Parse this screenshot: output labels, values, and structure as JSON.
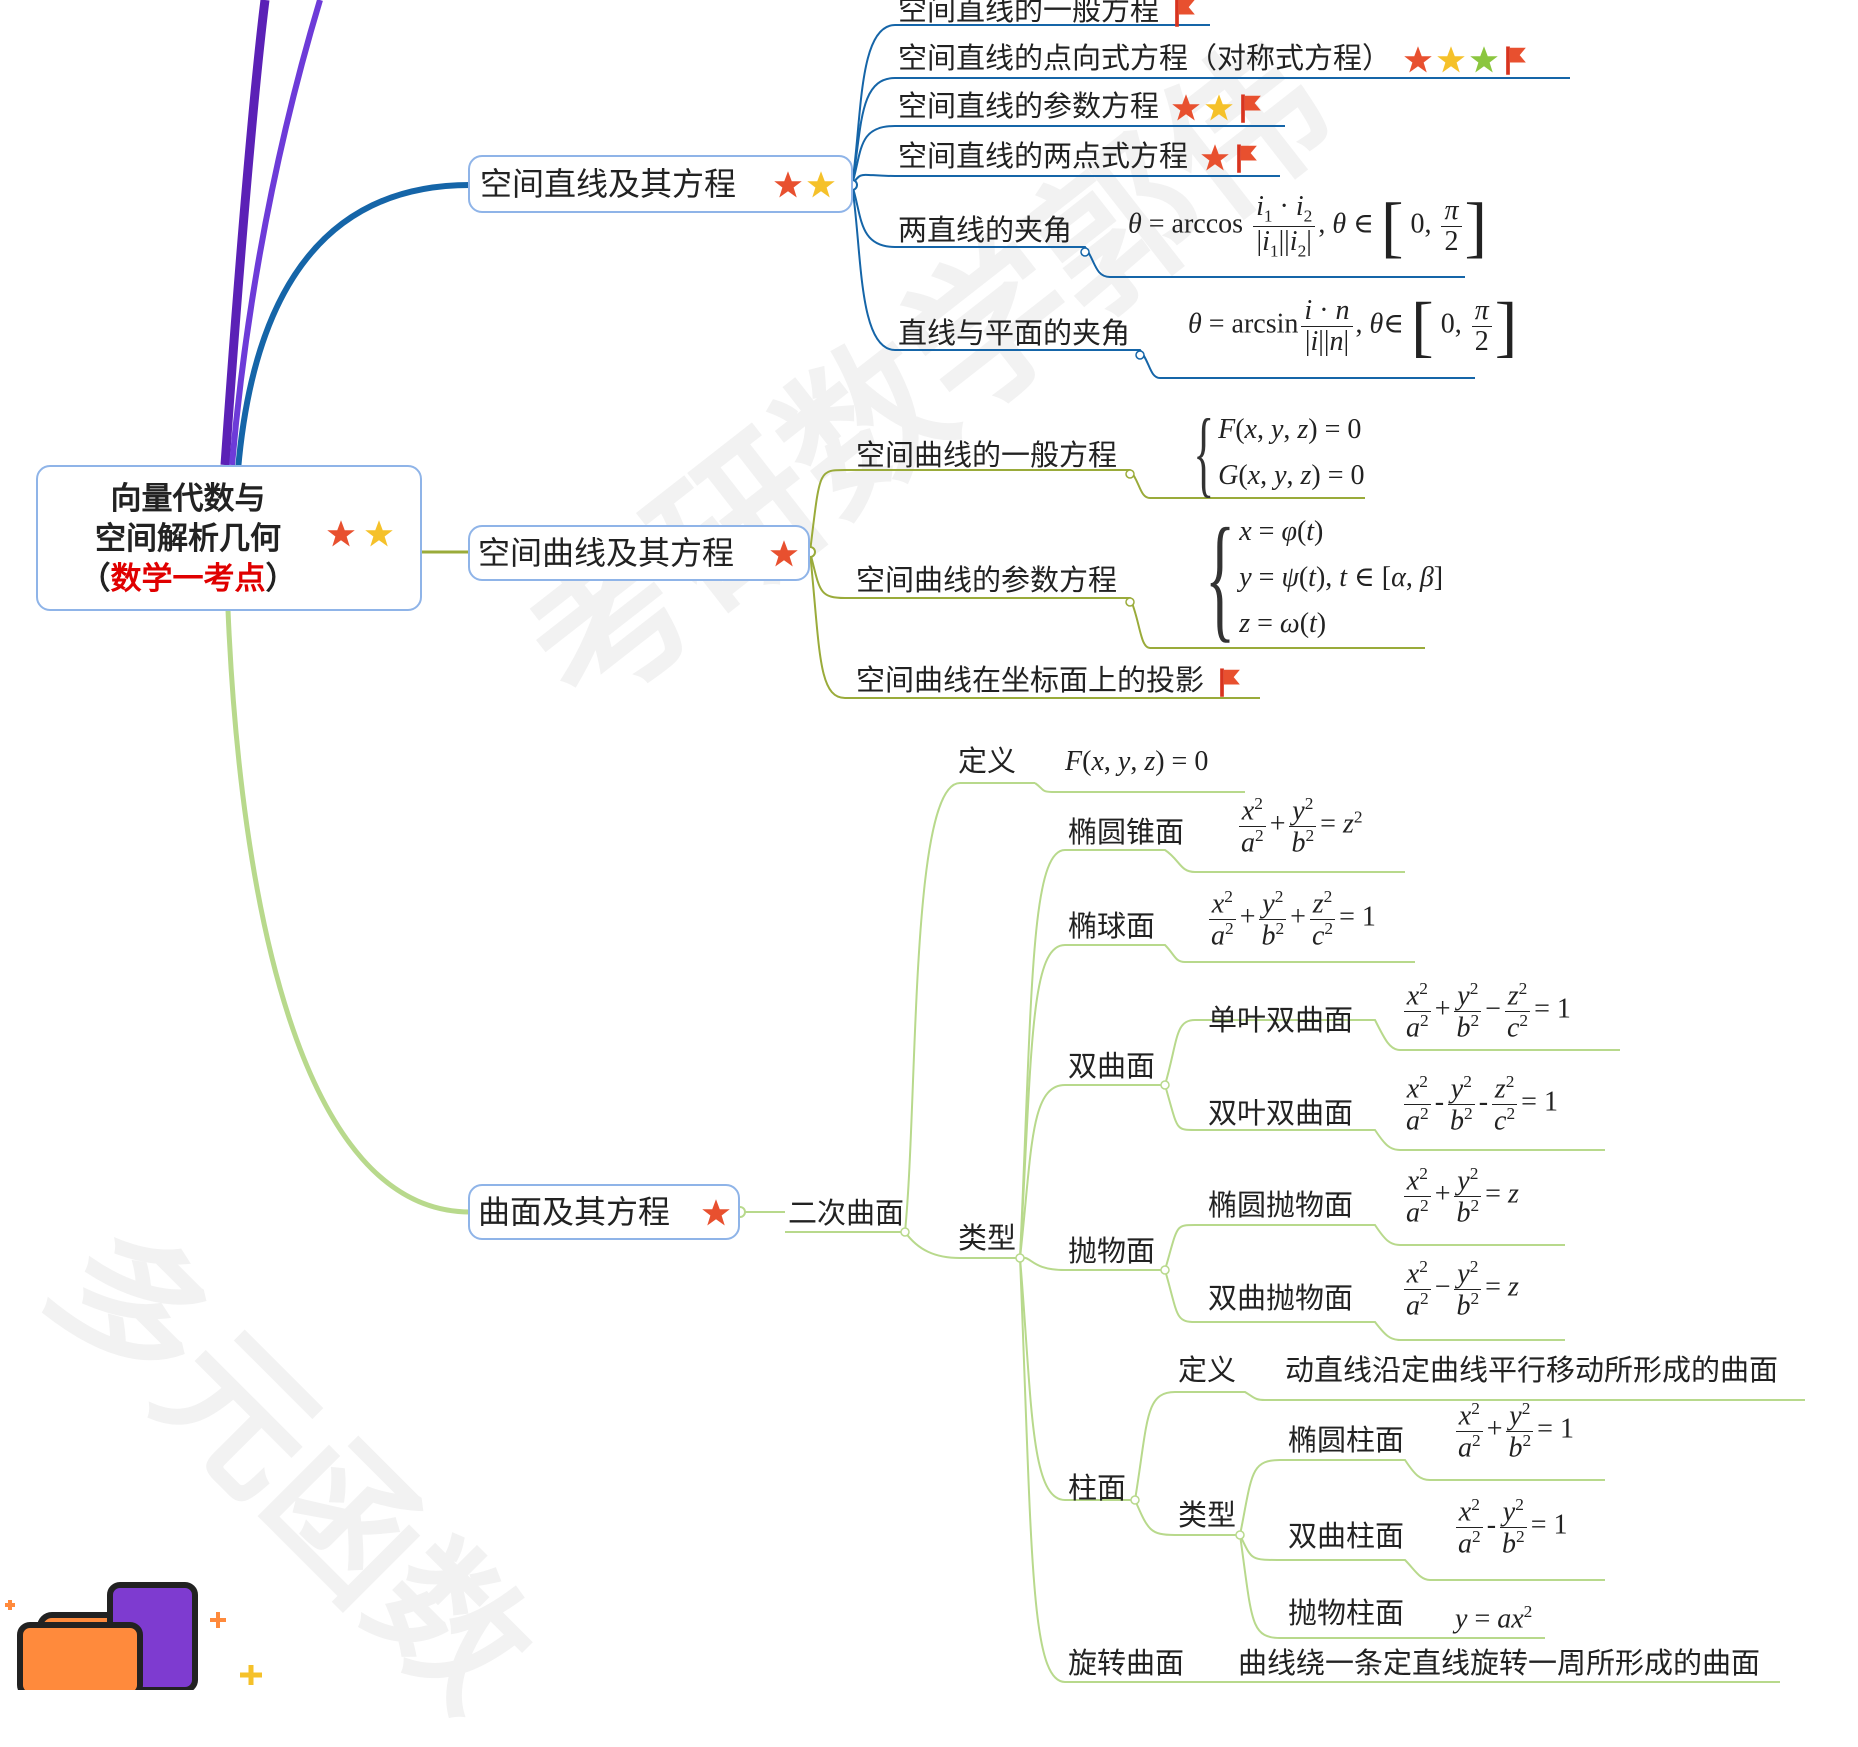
{
  "root": {
    "line1": "向量代数与",
    "line2": "空间解析几何",
    "line3_open": "（",
    "line3_red": "数学一考点",
    "line3_close": "）"
  },
  "branch_lines": {
    "title": "空间直线及其方程",
    "items": {
      "general": "空间直线的一般方程",
      "symmetric": "空间直线的点向式方程（对称式方程）",
      "param": "空间直线的参数方程",
      "twopoint": "空间直线的两点式方程",
      "angle_lines": "两直线的夹角",
      "angle_plane": "直线与平面的夹角"
    }
  },
  "branch_curves": {
    "title": "空间曲线及其方程",
    "items": {
      "general": "空间曲线的一般方程",
      "param": "空间曲线的参数方程",
      "projection": "空间曲线在坐标面上的投影"
    }
  },
  "branch_surfaces": {
    "title": "曲面及其方程",
    "quadric": "二次曲面",
    "definition": "定义",
    "types": "类型",
    "ellip_cone": "椭圆锥面",
    "ellipsoid": "椭球面",
    "hyperboloid": "双曲面",
    "one_sheet": "单叶双曲面",
    "two_sheet": "双叶双曲面",
    "paraboloid": "抛物面",
    "ellip_parab": "椭圆抛物面",
    "hyper_parab": "双曲抛物面",
    "cylinder": "柱面",
    "cyl_def": "定义",
    "cyl_def_text": "动直线沿定曲线平行移动所形成的曲面",
    "cyl_types": "类型",
    "ellip_cyl": "椭圆柱面",
    "hyper_cyl": "双曲柱面",
    "parab_cyl": "抛物柱面",
    "rotation": "旋转曲面",
    "rotation_text": "曲线绕一条定直线旋转一周所形成的曲面"
  },
  "watermark": [
    "考研数学郭伟",
    "多元函数"
  ],
  "colors": {
    "lines_branch": "#1565a8",
    "curves_branch": "#9aab3a",
    "surfaces_branch": "#b8d98c",
    "purple": "#5b21b6",
    "red_text": "#e00000"
  },
  "icons": {
    "star_red": "star-red-icon",
    "star_yellow": "star-yellow-icon",
    "star_green": "star-green-icon",
    "flag": "flag-icon"
  }
}
